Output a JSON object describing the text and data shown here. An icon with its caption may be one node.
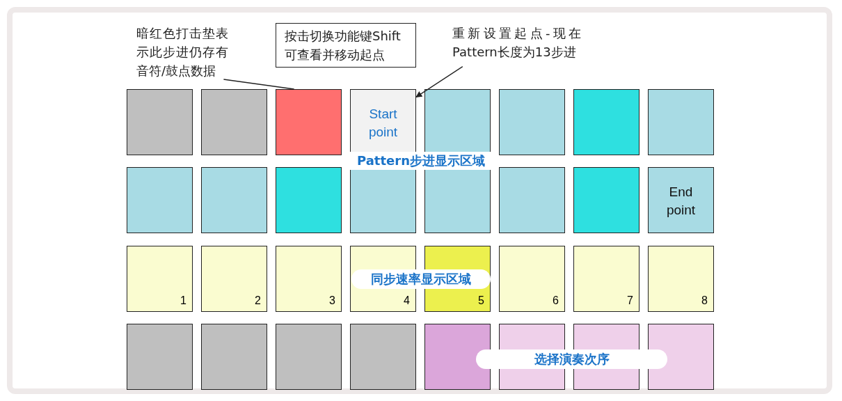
{
  "diagram": {
    "nodes": [
      {
        "text": [
          "暗红色打击垫表示此步进仍存有音符/鼓点数据"
        ]
      },
      {
        "text": [
          "按击切换功能键Shift可查看并移动起点"
        ]
      },
      {
        "text": [
          "重新设置起点-现在Pattern长度为13步进"
        ]
      },
      {
        "text": [],
        "shape": "box"
      },
      {
        "text": [],
        "shape": "box"
      },
      {
        "text": [],
        "shape": "box"
      },
      {
        "text": [
          "Start point"
        ]
      },
      {
        "text": [],
        "shape": "box"
      },
      {
        "text": [],
        "shape": "box"
      },
      {
        "text": [],
        "shape": "box"
      },
      {
        "text": [],
        "shape": "box"
      },
      {
        "text": [
          "Pattern步进显示区域"
        ]
      },
      {
        "text": [],
        "shape": "box"
      },
      {
        "text": [],
        "shape": "box"
      },
      {
        "text": [],
        "shape": "box"
      },
      {
        "text": [],
        "shape": "box"
      },
      {
        "text": [],
        "shape": "box"
      },
      {
        "text": [],
        "shape": "box"
      },
      {
        "text": [],
        "shape": "box"
      },
      {
        "text": [
          "End point"
        ]
      },
      {
        "text": [
          "1"
        ]
      },
      {
        "text": [
          "2"
        ]
      },
      {
        "text": [
          "3"
        ]
      },
      {
        "text": [
          "4"
        ]
      },
      {
        "text": [
          "5"
        ]
      },
      {
        "text": [
          "6"
        ]
      },
      {
        "text": [
          "7"
        ]
      },
      {
        "text": [
          "8"
        ]
      },
      {
        "text": [
          "同步速率显示区域"
        ]
      },
      {
        "text": [],
        "shape": "box"
      },
      {
        "text": [],
        "shape": "box"
      },
      {
        "text": [],
        "shape": "box"
      },
      {
        "text": [],
        "shape": "box"
      },
      {
        "text": [],
        "shape": "box"
      },
      {
        "text": [],
        "shape": "box"
      },
      {
        "text": [],
        "shape": "box"
      },
      {
        "text": [],
        "shape": "box"
      },
      {
        "text": [
          "选择演奏次序"
        ]
      }
    ],
    "edges": [
      {
        "from": 0,
        "to": 5,
        "arrow": "none"
      },
      {
        "from": 2,
        "to": 6,
        "arrow": "to"
      }
    ]
  }
}
